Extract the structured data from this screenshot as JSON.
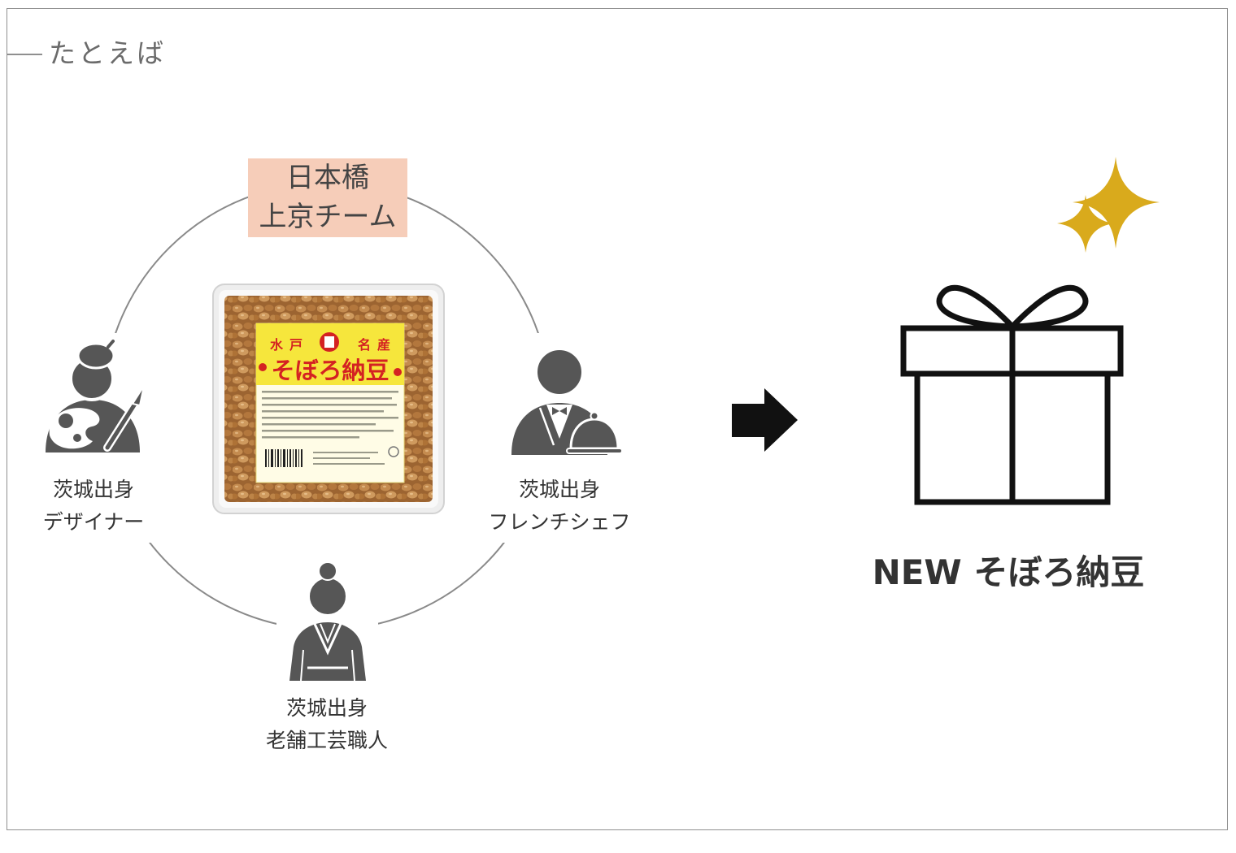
{
  "slide": {
    "heading": "たとえば"
  },
  "team_label": {
    "line1": "日本橋",
    "line2": "上京チーム"
  },
  "product_package": {
    "label_left": "水戸",
    "label_right": "名産",
    "label_name": "そぼろ納豆"
  },
  "members": [
    {
      "origin": "茨城出身",
      "role": "デザイナー",
      "icon": "designer-icon"
    },
    {
      "origin": "茨城出身",
      "role": "フレンチシェフ",
      "icon": "chef-icon"
    },
    {
      "origin": "茨城出身",
      "role": "老舗工芸職人",
      "icon": "artisan-icon"
    }
  ],
  "flow_arrow_icon": "right-arrow-icon",
  "result": {
    "title": "NEW そぼろ納豆",
    "icon": "gift-box-icon",
    "accent_icon": "sparkle-icon"
  },
  "colors": {
    "team_label_background": "#f6cdb9",
    "icon_gray": "#565656",
    "sparkle_gold": "#d9aa1c",
    "text_dark": "#333333",
    "heading_gray": "#6b6b6b",
    "circle_line": "#8a8a8a",
    "arrow_black": "#111111"
  }
}
